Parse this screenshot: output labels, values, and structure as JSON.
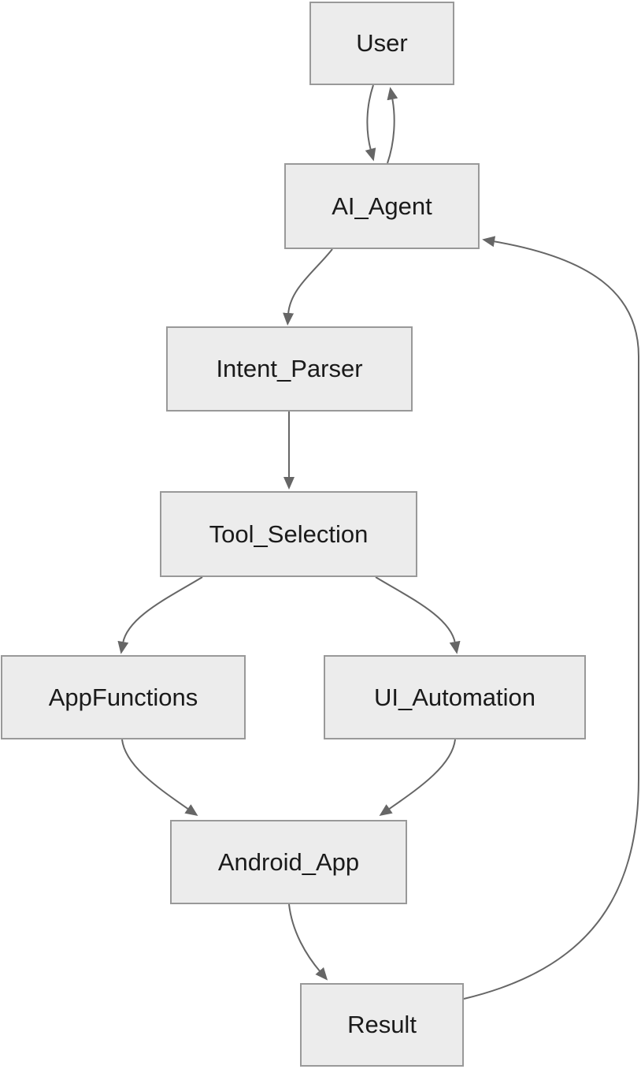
{
  "diagram": {
    "type": "flowchart",
    "direction": "top-down",
    "background_color": "#ffffff",
    "node_fill_color": "#ececec",
    "node_border_color": "#999999",
    "edge_color": "#666666",
    "text_color": "#1a1a1a"
  },
  "nodes": [
    {
      "id": "user",
      "label": "User"
    },
    {
      "id": "ai_agent",
      "label": "AI_Agent"
    },
    {
      "id": "intent_parser",
      "label": "Intent_Parser"
    },
    {
      "id": "tool_selection",
      "label": "Tool_Selection"
    },
    {
      "id": "appfunctions",
      "label": "AppFunctions"
    },
    {
      "id": "ui_automation",
      "label": "UI_Automation"
    },
    {
      "id": "android_app",
      "label": "Android_App"
    },
    {
      "id": "result",
      "label": "Result"
    }
  ],
  "edges": [
    {
      "from": "User",
      "to": "AI_Agent"
    },
    {
      "from": "AI_Agent",
      "to": "User"
    },
    {
      "from": "AI_Agent",
      "to": "Intent_Parser"
    },
    {
      "from": "Intent_Parser",
      "to": "Tool_Selection"
    },
    {
      "from": "Tool_Selection",
      "to": "AppFunctions"
    },
    {
      "from": "Tool_Selection",
      "to": "UI_Automation"
    },
    {
      "from": "AppFunctions",
      "to": "Android_App"
    },
    {
      "from": "UI_Automation",
      "to": "Android_App"
    },
    {
      "from": "Android_App",
      "to": "Result"
    },
    {
      "from": "Result",
      "to": "AI_Agent"
    }
  ]
}
